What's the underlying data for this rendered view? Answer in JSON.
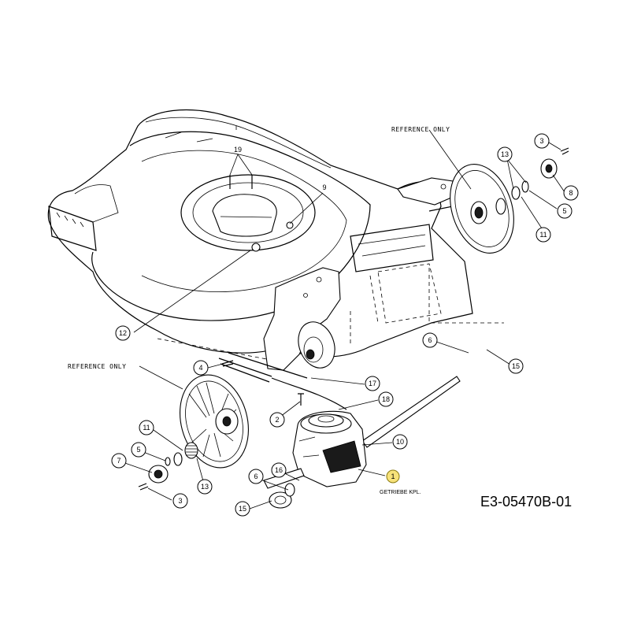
{
  "labels": {
    "reference_top": "REFERENCE ONLY",
    "reference_left": "REFERENCE ONLY",
    "assembly_note": "GETRIEBE KPL.",
    "drawing_code": "E3-05470B-01"
  },
  "callouts": {
    "c19": "19",
    "c9": "9",
    "c12": "12",
    "c13_right": "13",
    "c3_right": "3",
    "c8_right": "8",
    "c5_right": "5",
    "c11_right": "11",
    "c6_right": "6",
    "c15_right": "15",
    "c4": "4",
    "c17": "17",
    "c18": "18",
    "c2": "2",
    "c10": "10",
    "c1": "1",
    "c11_left": "11",
    "c5_left": "5",
    "c7": "7",
    "c13_left": "13",
    "c3_left": "3",
    "c6_left": "6",
    "c16": "16",
    "c15_left": "15"
  },
  "colors": {
    "line": "#000000",
    "background": "#ffffff",
    "highlight_callout": "#f7e27a"
  }
}
